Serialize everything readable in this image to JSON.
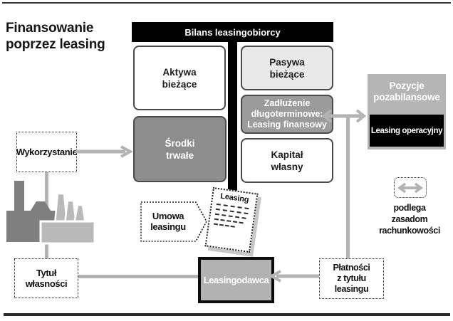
{
  "page": {
    "title_l1": "Finansowanie",
    "title_l2": "poprzez leasing"
  },
  "balance_sheet": {
    "header": "Bilans leasingobiorcy",
    "current_assets_l1": "Aktywa",
    "current_assets_l2": "bieżące",
    "fixed_assets_l1": "Środki",
    "fixed_assets_l2": "trwałe",
    "current_liabilities_l1": "Pasywa",
    "current_liabilities_l2": "bieżące",
    "long_term_debt_l1": "Zadłużenie",
    "long_term_debt_l2": "długoterminowe:",
    "long_term_debt_l3": "Leasing finansowy",
    "equity_l1": "Kapitał",
    "equity_l2": "własny"
  },
  "off_balance": {
    "title_l1": "Pozycje",
    "title_l2": "pozabilansowe",
    "item": "Leasing operacyjny"
  },
  "flows": {
    "utilization": "Wykorzystanie",
    "ownership_title": "Tytuł własności",
    "lease_agreement_l1": "Umowa",
    "lease_agreement_l2": "leasingu",
    "document_title": "Leasing",
    "lessor": "Leasingodawca",
    "payments_l1": "Płatności",
    "payments_l2": "z tytułu leasingu"
  },
  "legend": {
    "l1": "podlega",
    "l2": "zasadom",
    "l3": "rachunkowości"
  },
  "colors": {
    "fixed_assets_gray": "#8d8d8d",
    "debt_gray": "#9b9b9b",
    "liabilities_light_gray": "#e9e9e9",
    "off_balance_panel_gray": "#b5b5b5",
    "connector_gray": "#b3b3b3",
    "black": "#000000"
  }
}
